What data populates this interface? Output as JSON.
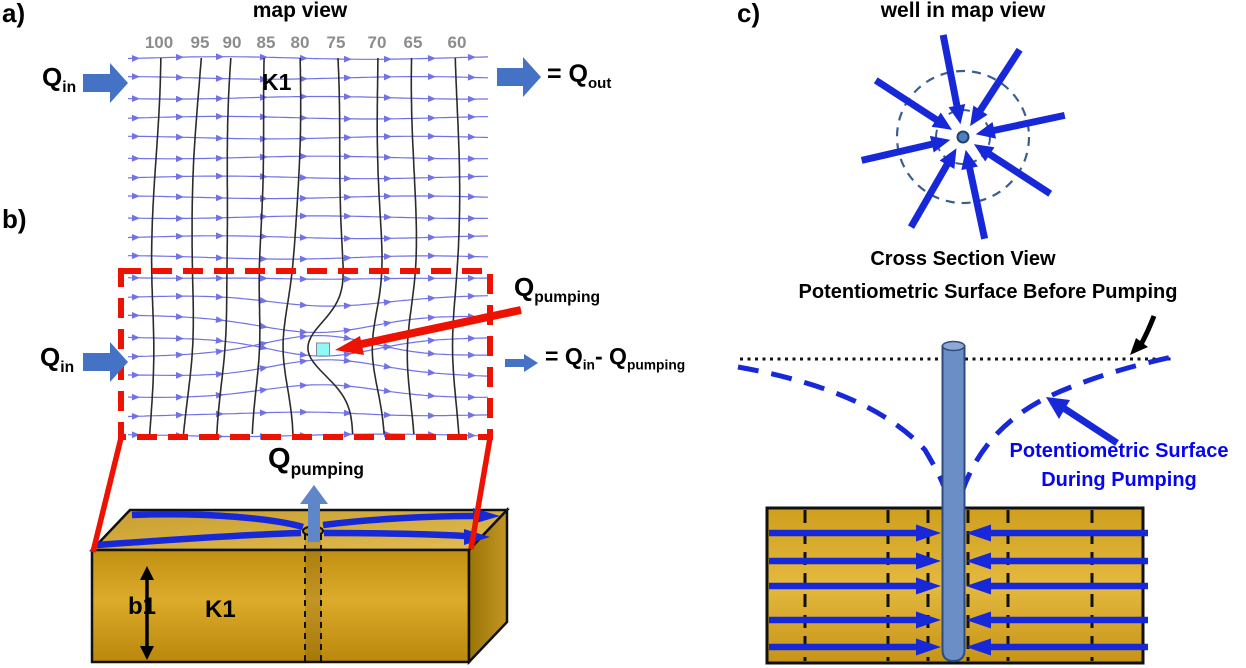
{
  "colors": {
    "accent_blue": "#4472C4",
    "soft_blue": "#5E86C8",
    "stream_blue": "#7272E8",
    "contour_black": "#2B2B2B",
    "label_gray": "#8C8C8C",
    "red": "#EE1202",
    "vivid_blue": "#1728D9",
    "pot_blue": "#0505F0",
    "gold_light": "#E2BC52",
    "gold_mid": "#DCAB2B",
    "gold_dark": "#A87B08",
    "well_pipe": "#6C8EC6",
    "well_cyan": "#90F8F8",
    "slate_dash": "#3A5F8F"
  },
  "panel_a": {
    "label": "a)",
    "title": "map view",
    "contour_labels": [
      "100",
      "95",
      "90",
      "85",
      "80",
      "75",
      "70",
      "65",
      "60"
    ],
    "k_label": "K1",
    "q_in": {
      "base": "Q",
      "sub": "in"
    },
    "q_out": {
      "eq": "= ",
      "base": "Q",
      "sub": "out"
    }
  },
  "panel_b": {
    "label": "b)",
    "q_in": {
      "base": "Q",
      "sub": "in"
    },
    "q_pumping": {
      "base": "Q",
      "sub": "pumping"
    },
    "outflow": {
      "eq": "= ",
      "q1": "Q",
      "s1": "in",
      "minus": "- ",
      "q2": "Q",
      "s2": "pumping"
    },
    "block": {
      "q_pumping": {
        "base": "Q",
        "sub": "pumping"
      },
      "thickness_label": "b1",
      "conductivity_label": "K1"
    }
  },
  "panel_c": {
    "label": "c)",
    "map_title": "well in map view",
    "cross_title": "Cross Section View",
    "before_label": "Potentiometric Surface Before Pumping",
    "during_label_line1": "Potentiometric Surface",
    "during_label_line2": "During Pumping"
  }
}
